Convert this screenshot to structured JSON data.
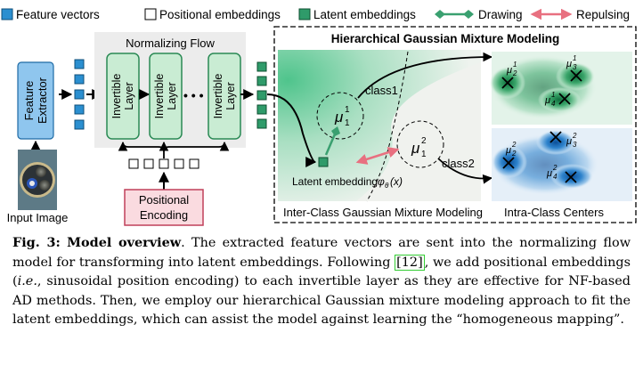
{
  "legend": {
    "feature_vectors": "Feature vectors",
    "positional_embeddings": "Positional embeddings",
    "latent_embeddings": "Latent embeddings",
    "drawing": "Drawing",
    "repulsing": "Repulsing"
  },
  "left": {
    "feature_extractor_line1": "Feature",
    "feature_extractor_line2": "Extractor",
    "input_image": "Input Image"
  },
  "flow": {
    "title": "Normalizing Flow",
    "layer_line1": "Invertible",
    "layer_line2": "Layer",
    "dots": "• • •"
  },
  "positional_encoding": {
    "line1": "Positional",
    "line2": "Encoding"
  },
  "hgmm": {
    "title": "Hierarchical Gaussian Mixture Modeling",
    "class1": "class1",
    "class2": "class2",
    "mu_class1": "μ",
    "mu_class1_sup": "1",
    "mu_class1_sub": "1",
    "mu_class2": "μ",
    "mu_class2_sup": "2",
    "mu_class2_sub": "1",
    "latent_embedding_label": "Latent embedding",
    "phi_label": "φ",
    "phi_sub": "θ",
    "phi_arg": "(x)",
    "inter_class_label": "Inter-Class Gaussian Mixture Modeling",
    "intra_class_label": "Intra-Class Centers",
    "intra_top": [
      {
        "sup": "1",
        "sub": "2"
      },
      {
        "sup": "1",
        "sub": "3"
      },
      {
        "sup": "1",
        "sub": "4"
      }
    ],
    "intra_bottom": [
      {
        "sup": "2",
        "sub": "2"
      },
      {
        "sup": "2",
        "sub": "3"
      },
      {
        "sup": "2",
        "sub": "4"
      }
    ]
  },
  "caption": {
    "label": "Fig. 3:",
    "title": "Model overview",
    "part1": ". The extracted feature vectors are sent into the normalizing flow model for transforming into latent embeddings. Following ",
    "cite": "[12]",
    "part2": ", we add positional embeddings (",
    "ie": "i.e.",
    "part3": ", sinusoidal position encoding) to each invertible layer as they are effective for NF-based AD methods. Then, we employ our hierarchical Gaussian mixture modeling approach to fit the latent embeddings, which can assist the model against learning the “homogeneous mapping”."
  },
  "colors": {
    "feature_blue": "#2b8fd0",
    "latent_green": "#2f9b6a",
    "layer_fill": "#c9ecd3",
    "layer_stroke": "#2a8a55",
    "extractor_fill": "#8fc6ee",
    "pe_fill": "#fadbe0",
    "pe_stroke": "#c0405a",
    "repulse": "#e87080",
    "draw": "#3aa070"
  }
}
